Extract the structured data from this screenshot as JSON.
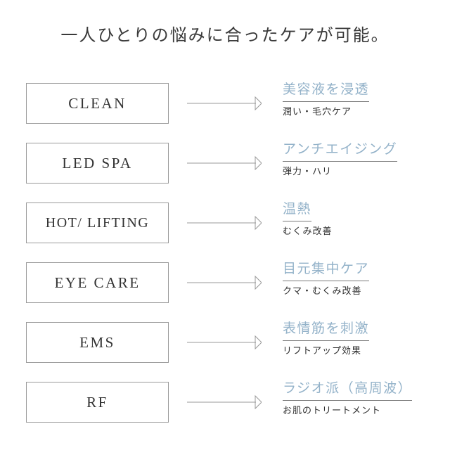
{
  "header": {
    "title": "一人ひとりの悩みに合ったケアが可能。"
  },
  "colors": {
    "heading_blue": "#93b2c9",
    "box_border": "#9a9a9a",
    "subtext": "#2e2e2e",
    "title": "#3a3a3a",
    "arrow": "#9a9a9a",
    "background": "#ffffff"
  },
  "rows": [
    {
      "mode_label": "CLEAN",
      "effect_title": "美容液を浸透",
      "effect_detail": "潤い・毛穴ケア",
      "arrow_icon": "arrow-right-icon"
    },
    {
      "mode_label": "LED SPA",
      "effect_title": "アンチエイジング",
      "effect_detail": "弾力・ハリ",
      "arrow_icon": "arrow-right-icon"
    },
    {
      "mode_label": "HOT/ LIFTING",
      "effect_title": "温熱",
      "effect_detail": "むくみ改善",
      "arrow_icon": "arrow-right-icon"
    },
    {
      "mode_label": "EYE CARE",
      "effect_title": "目元集中ケア",
      "effect_detail": "クマ・むくみ改善",
      "arrow_icon": "arrow-right-icon"
    },
    {
      "mode_label": "EMS",
      "effect_title": "表情筋を刺激",
      "effect_detail": "リフトアップ効果",
      "arrow_icon": "arrow-right-icon"
    },
    {
      "mode_label": "RF",
      "effect_title": "ラジオ派（高周波）",
      "effect_detail": "お肌のトリートメント",
      "arrow_icon": "arrow-right-icon"
    }
  ]
}
